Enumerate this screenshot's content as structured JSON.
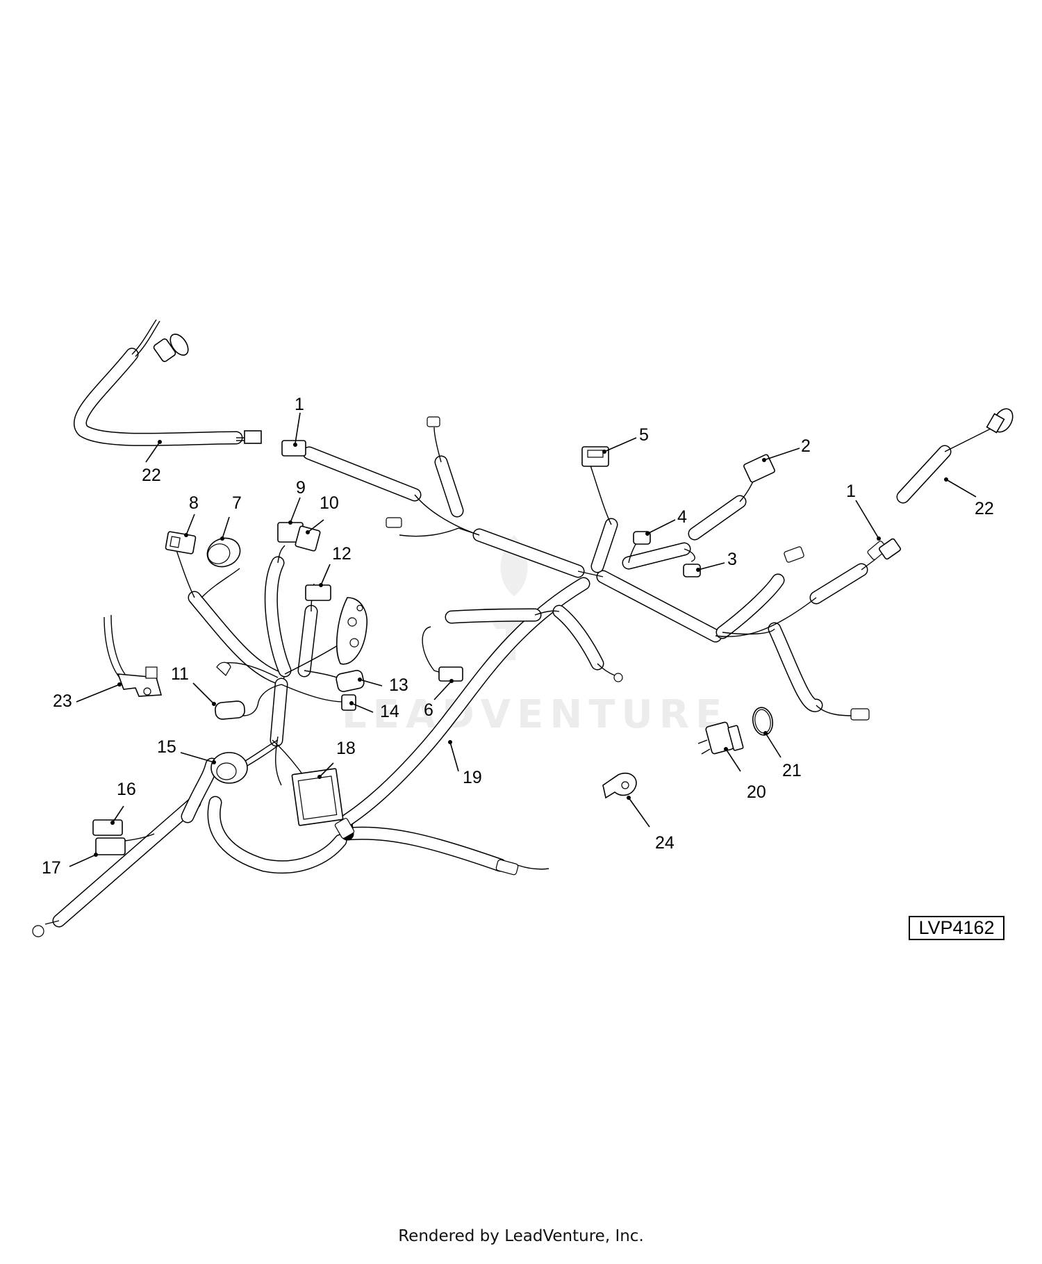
{
  "diagram": {
    "reference_code": "LVP4162",
    "footer": "Rendered by LeadVenture, Inc.",
    "watermark": "LEADVENTURE",
    "callouts": [
      {
        "id": "c1a",
        "label": "1"
      },
      {
        "id": "c1b",
        "label": "1"
      },
      {
        "id": "c2",
        "label": "2"
      },
      {
        "id": "c3",
        "label": "3"
      },
      {
        "id": "c4",
        "label": "4"
      },
      {
        "id": "c5",
        "label": "5"
      },
      {
        "id": "c6",
        "label": "6"
      },
      {
        "id": "c7",
        "label": "7"
      },
      {
        "id": "c8",
        "label": "8"
      },
      {
        "id": "c9",
        "label": "9"
      },
      {
        "id": "c10",
        "label": "10"
      },
      {
        "id": "c11",
        "label": "11"
      },
      {
        "id": "c12",
        "label": "12"
      },
      {
        "id": "c13",
        "label": "13"
      },
      {
        "id": "c14",
        "label": "14"
      },
      {
        "id": "c15",
        "label": "15"
      },
      {
        "id": "c16",
        "label": "16"
      },
      {
        "id": "c17",
        "label": "17"
      },
      {
        "id": "c18",
        "label": "18"
      },
      {
        "id": "c19",
        "label": "19"
      },
      {
        "id": "c20",
        "label": "20"
      },
      {
        "id": "c21",
        "label": "21"
      },
      {
        "id": "c22a",
        "label": "22"
      },
      {
        "id": "c22b",
        "label": "22"
      },
      {
        "id": "c23",
        "label": "23"
      },
      {
        "id": "c24",
        "label": "24"
      }
    ]
  }
}
